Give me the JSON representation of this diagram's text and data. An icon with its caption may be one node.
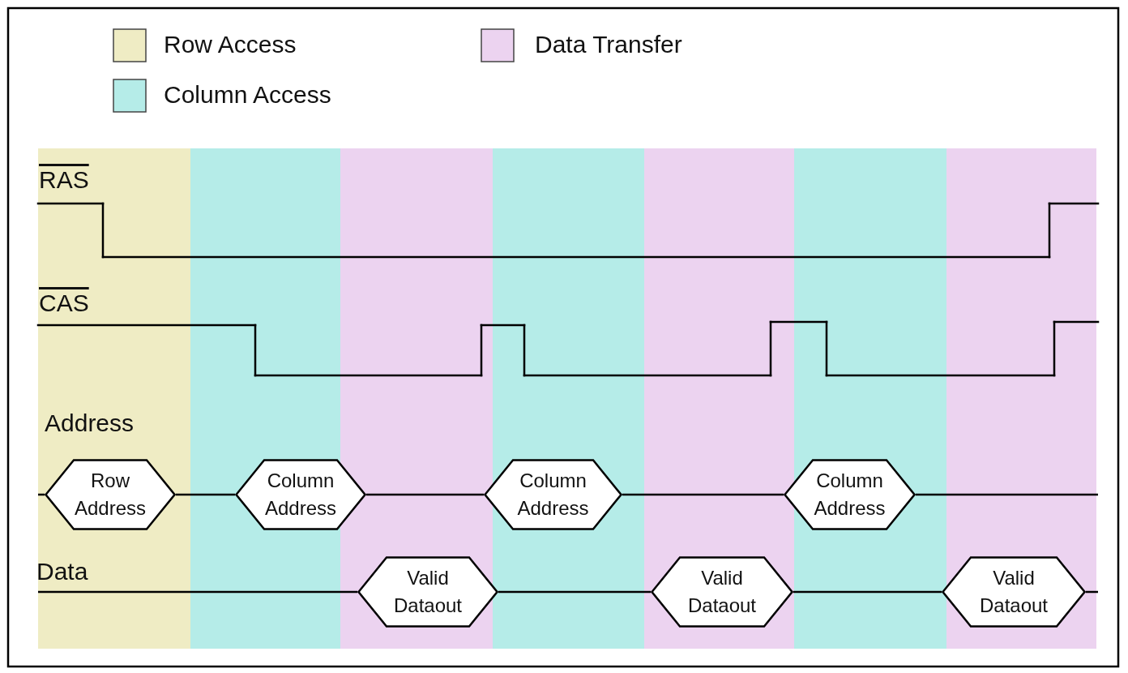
{
  "diagram": {
    "nodes": [
      {
        "text": [
          "Row Address"
        ]
      },
      {
        "text": [
          "Column Address"
        ]
      },
      {
        "text": [
          "Column Address"
        ]
      },
      {
        "text": [
          "Column Address"
        ]
      },
      {
        "text": [
          "Valid Dataout"
        ]
      },
      {
        "text": [
          "Valid Dataout"
        ]
      },
      {
        "text": [
          "Valid Dataout"
        ]
      }
    ],
    "edges": [
      {
        "from": 0,
        "to": 1,
        "arrow": "none"
      },
      {
        "from": 1,
        "to": 2,
        "arrow": "none"
      },
      {
        "from": 2,
        "to": 3,
        "arrow": "none"
      },
      {
        "from": 4,
        "to": 5,
        "arrow": "none"
      },
      {
        "from": 5,
        "to": 6,
        "arrow": "none"
      }
    ],
    "labels": [
      "RAS",
      "CAS",
      "Address",
      "Data"
    ],
    "legend": [
      {
        "text": "Row Access",
        "color": "#efecc4"
      },
      {
        "text": "Column Access",
        "color": "#b5ece8"
      },
      {
        "text": "Data Transfer",
        "color": "#ecd3f0"
      }
    ]
  }
}
